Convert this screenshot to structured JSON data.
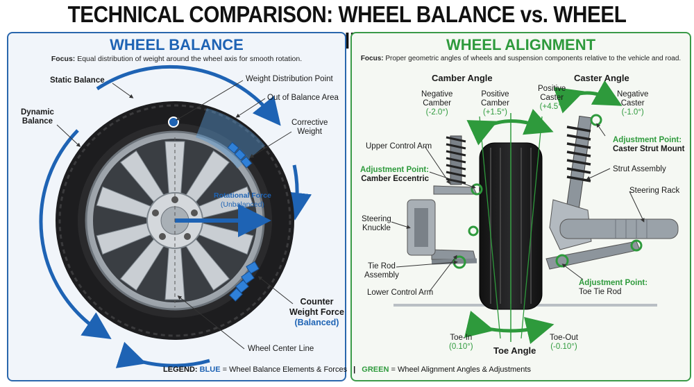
{
  "title": "TECHNICAL COMPARISON: WHEEL BALANCE vs. WHEEL ALIGNMENT",
  "balance": {
    "heading": "WHEEL BALANCE",
    "focus_label": "Focus:",
    "focus_text": "Equal distribution of weight around the wheel axis for smooth rotation.",
    "labels": {
      "static": "Static Balance",
      "dynamic_1": "Dynamic",
      "dynamic_2": "Balance",
      "weight_point": "Weight Distribution Point",
      "out_of_balance": "Out of Balance Area",
      "corrective_1": "Corrective",
      "corrective_2": "Weight",
      "rot_force": "Rotational Force",
      "unbalanced": "(Unbalanced)",
      "counter_1": "Counter",
      "counter_2": "Weight Force",
      "balanced": "(Balanced)",
      "center_line": "Wheel Center Line"
    }
  },
  "alignment": {
    "heading": "WHEEL ALIGNMENT",
    "focus_label": "Focus:",
    "focus_text": "Proper geometric angles of wheels and suspension components relative to the vehicle and road.",
    "labels": {
      "camber_angle": "Camber Angle",
      "caster_angle": "Caster Angle",
      "neg_camber_1": "Negative",
      "neg_camber_2": "Camber",
      "neg_camber_val": "(-2.0°)",
      "pos_camber_1": "Positive",
      "pos_camber_2": "Camber",
      "pos_camber_val": "(+1.5°)",
      "pos_caster_1": "Positive",
      "pos_caster_2": "Caster",
      "pos_caster_val": "(+4.5°)",
      "neg_caster_1": "Negative",
      "neg_caster_2": "Caster",
      "neg_caster_val": "(-1.0°)",
      "upper_arm": "Upper Control Arm",
      "adj_camber_1": "Adjustment Point:",
      "adj_camber_2": "Camber Eccentric",
      "adj_caster_1": "Adjustment Point:",
      "adj_caster_2": "Caster Strut Mount",
      "strut": "Strut Assembly",
      "rack": "Steering Rack",
      "knuckle_1": "Steering",
      "knuckle_2": "Knuckle",
      "tie_rod_1": "Tie Rod",
      "tie_rod_2": "Assembly",
      "lower_arm": "Lower Control Arm",
      "adj_toe_1": "Adjustment Point:",
      "adj_toe_2": "Toe Tie Rod",
      "toe_in_1": "Toe-In",
      "toe_in_val": "(0.10°)",
      "toe_angle": "Toe Angle",
      "toe_out_1": "Toe-Out",
      "toe_out_val": "(-0.10°)"
    }
  },
  "legend": {
    "prefix": "LEGEND:",
    "blue_word": "BLUE",
    "blue_text": "= Wheel Balance Elements & Forces",
    "separator": "|",
    "green_word": "GREEN",
    "green_text": "= Wheel Alignment Angles & Adjustments"
  },
  "colors": {
    "blue": "#1e63b4",
    "green": "#2e9a3c"
  }
}
